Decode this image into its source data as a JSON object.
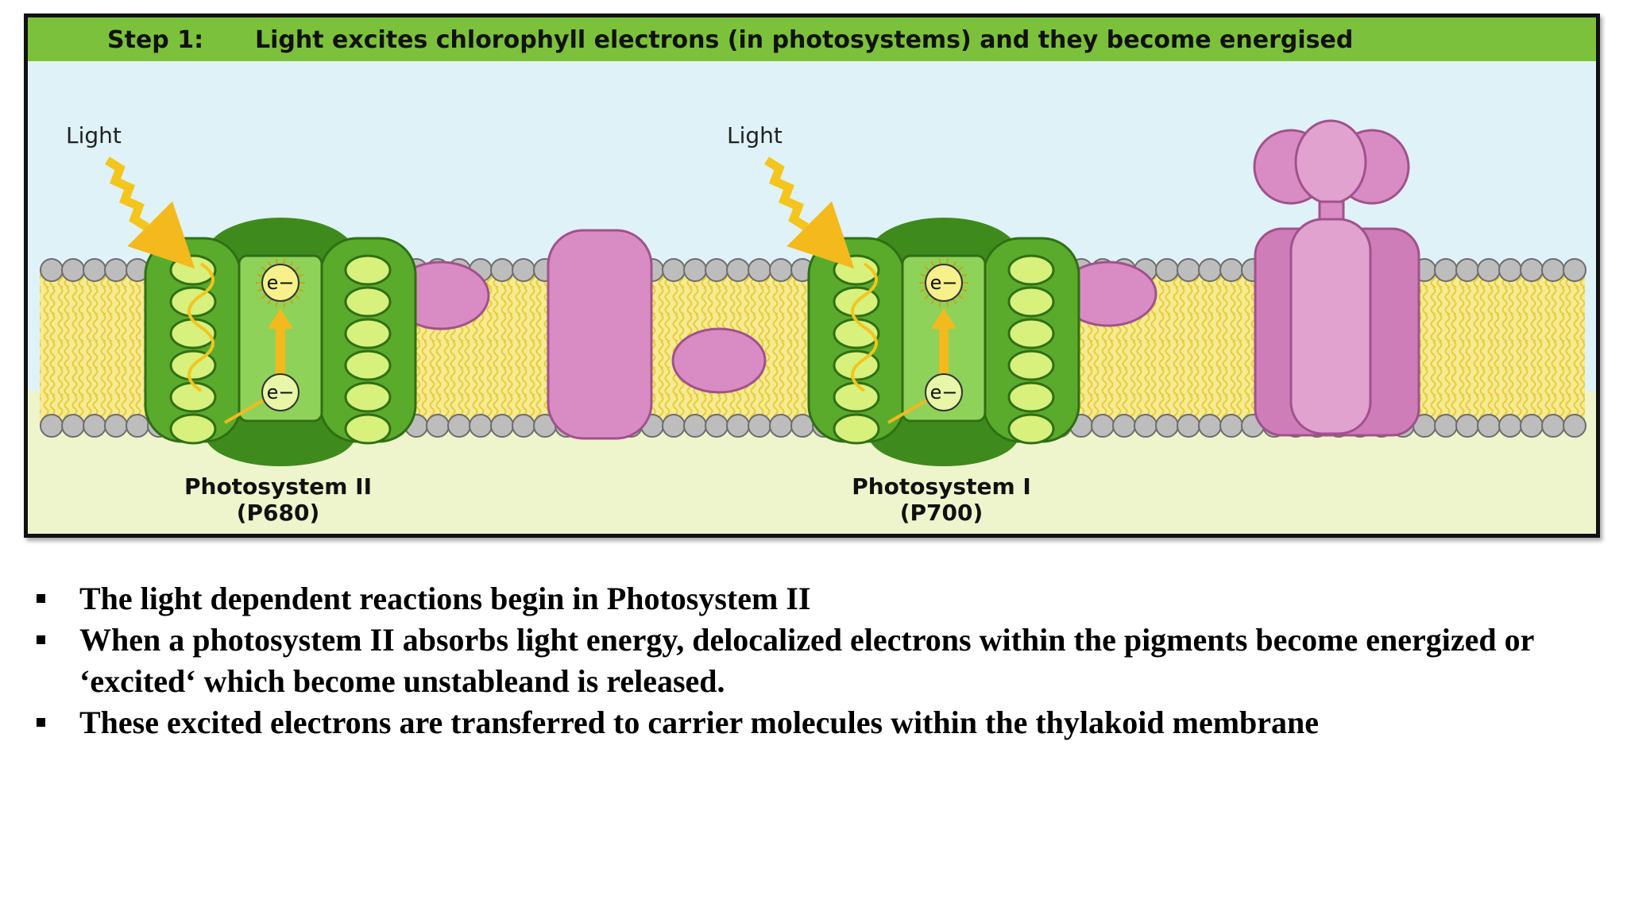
{
  "figure": {
    "banner": {
      "step": "Step 1:",
      "text": "Light excites chlorophyll electrons (in photosystems) and they become energised"
    },
    "light_labels": [
      "Light",
      "Light"
    ],
    "electron_label": "e−",
    "photosystem_2": {
      "name": "Photosystem II",
      "code": "(P680)"
    },
    "photosystem_1": {
      "name": "Photosystem I",
      "code": "(P700)"
    },
    "colors": {
      "banner": "#7cc13b",
      "sky": "#dff2f7",
      "lower": "#eef5cc",
      "membrane": "#f4e57d",
      "photosystem": "#4e9e25",
      "protein": "#d98cc4",
      "light_ray": "#f3c51d"
    }
  },
  "bullets": [
    "The light dependent reactions begin in Photosystem II",
    "When a photosystem II absorbs light energy, delocalized electrons within the pigments become energized or ‘excited‘ which become unstableand is released.",
    "These excited electrons are transferred to carrier molecules within the thylakoid membrane"
  ]
}
